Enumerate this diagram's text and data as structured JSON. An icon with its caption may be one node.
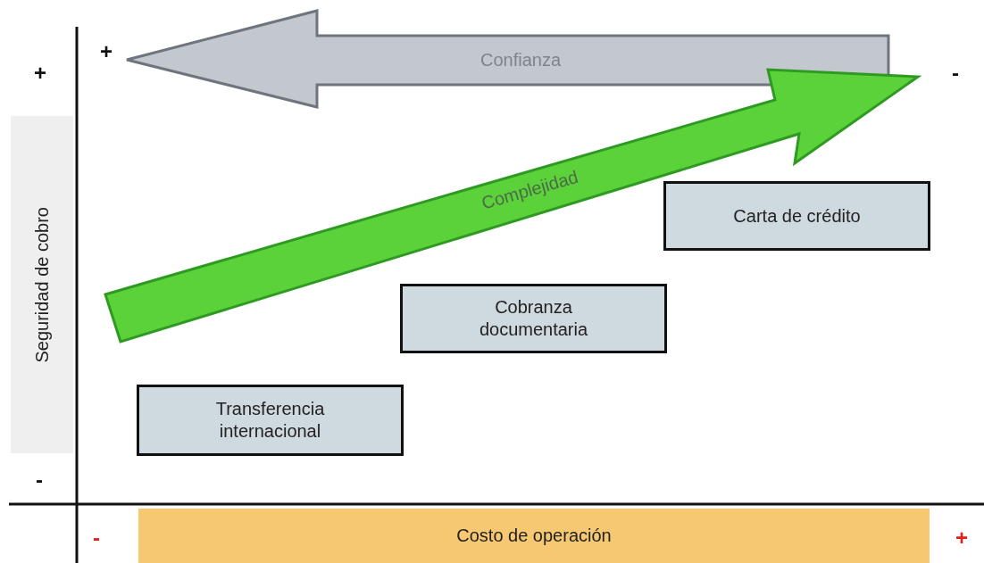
{
  "diagram": {
    "nodes": [
      {
        "text": [
          "Seguridad de cobro"
        ]
      },
      {
        "text": [
          "Confianza"
        ]
      },
      {
        "text": [
          "Complejidad"
        ]
      },
      {
        "text": [
          "Carta de crédito"
        ]
      },
      {
        "text": [
          "Cobranza documentaria"
        ]
      },
      {
        "text": [
          "Transferencia internacional"
        ]
      },
      {
        "text": [
          "Costo de operación"
        ]
      }
    ],
    "edges": [],
    "labels": [
      "+",
      "+",
      "-",
      "-",
      "-",
      "+"
    ]
  }
}
